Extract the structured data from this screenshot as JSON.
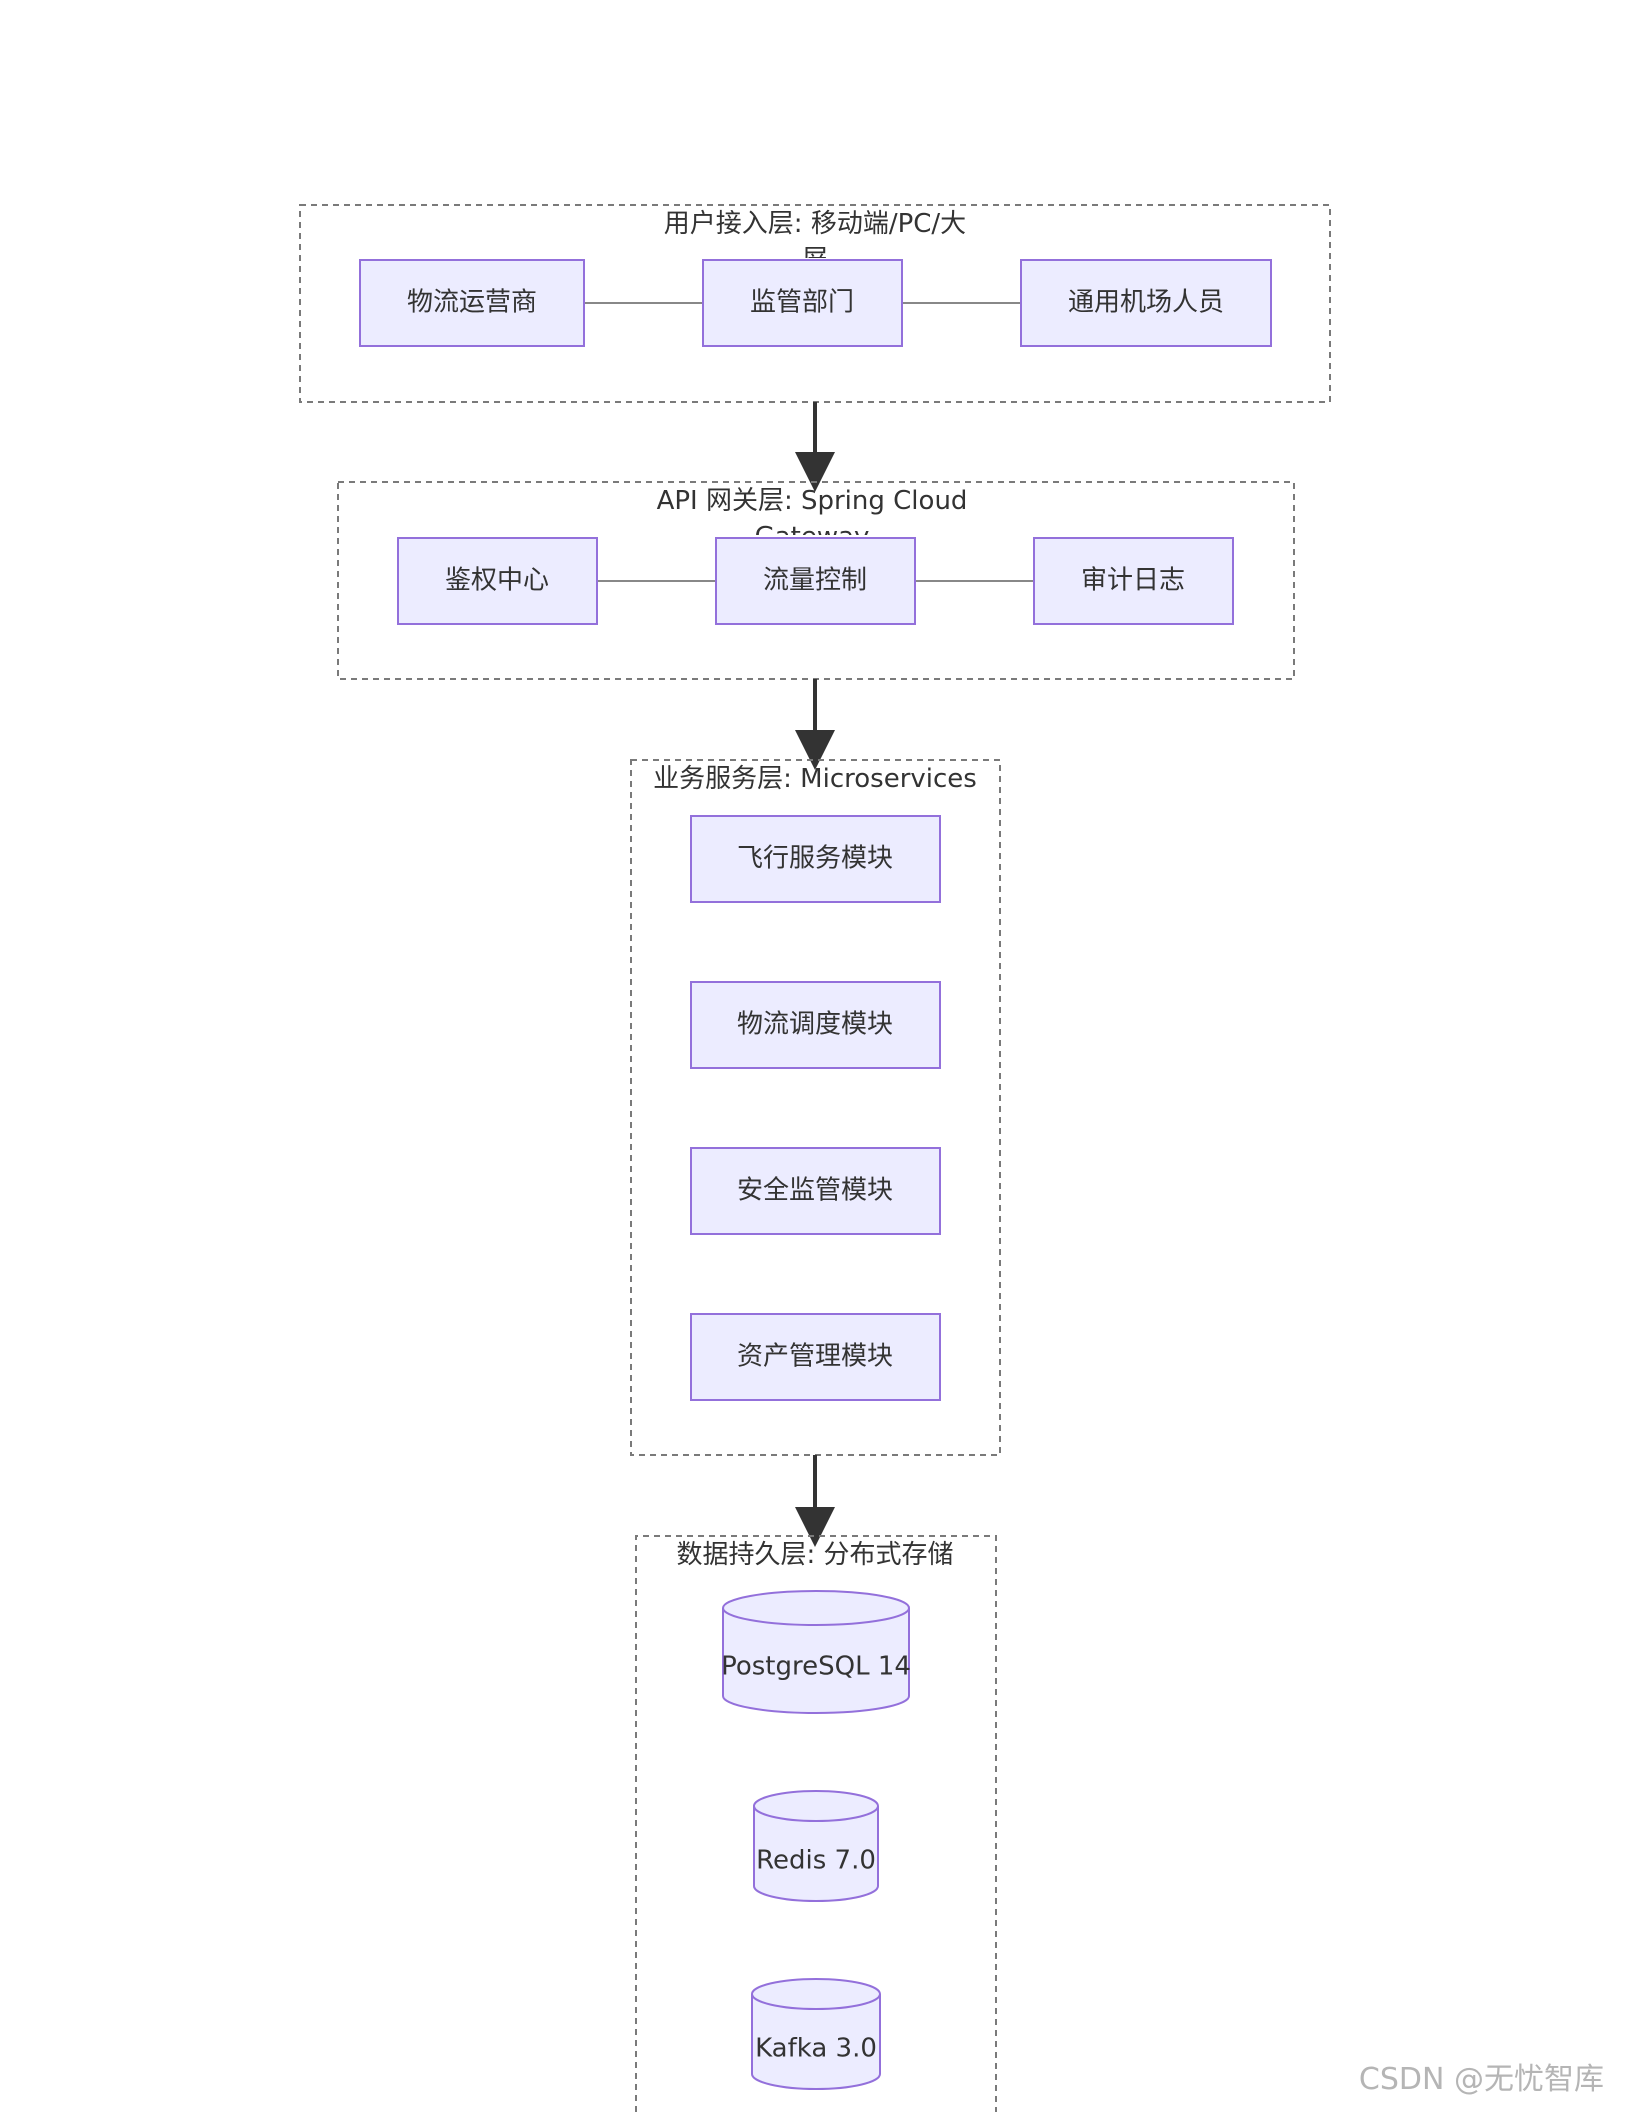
{
  "layers": [
    {
      "title_line1": "用户接入层: 移动端/PC/大",
      "title_line2": "屏",
      "nodes": [
        "物流运营商",
        "监管部门",
        "通用机场人员"
      ]
    },
    {
      "title_line1": "API 网关层: Spring Cloud",
      "title_line2": "Gateway",
      "nodes": [
        "鉴权中心",
        "流量控制",
        "审计日志"
      ]
    },
    {
      "title_line1": "业务服务层: Microservices",
      "nodes": [
        "飞行服务模块",
        "物流调度模块",
        "安全监管模块",
        "资产管理模块"
      ]
    },
    {
      "title_line1": "数据持久层: 分布式存储",
      "nodes": [
        "PostgreSQL 14",
        "Redis 7.0",
        "Kafka 3.0"
      ]
    }
  ],
  "watermark": "CSDN @无忧智库",
  "colors": {
    "node_fill": "#ECECFF",
    "node_stroke": "#9370DB",
    "text": "#333333"
  }
}
